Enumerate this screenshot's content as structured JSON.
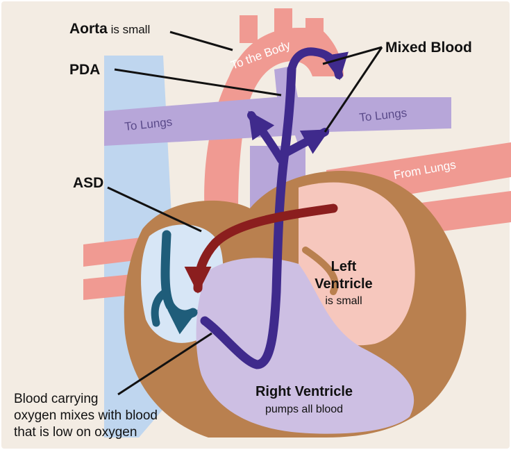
{
  "labels": {
    "aorta": {
      "bold": "Aorta",
      "rest": " is small"
    },
    "pda": "PDA",
    "mixed_blood": "Mixed Blood",
    "asd": "ASD",
    "left_ventricle": {
      "line1": "Left",
      "line2": "Ventricle",
      "line3": "is small"
    },
    "right_ventricle": {
      "title": "Right Ventricle",
      "sub": "pumps all blood"
    },
    "blood_note": [
      "Blood carrying",
      "oxygen mixes with blood",
      "that is low on oxygen"
    ]
  },
  "vessels": {
    "to_the_body": "To the Body",
    "to_lungs_left": "To Lungs",
    "to_lungs_right": "To Lungs",
    "from_lungs": "From Lungs"
  },
  "colors": {
    "frame": "#f3ece3",
    "aorta": "#f09a92",
    "pulmonary": "#b7a6d9",
    "pulmonary_text": "#5a4a8a",
    "vena_cava": "#bfd6ef",
    "heart_muscle": "#b9804f",
    "left_ventricle_fill": "#f6c7bd",
    "right_ventricle_fill": "#cdbfe3",
    "right_atrium_fill": "#d7e6f6",
    "mixed_arrow": "#3f2a8c",
    "oxy_arrow": "#8b1e1e",
    "low_oxy_arrow": "#1f5d7a"
  }
}
